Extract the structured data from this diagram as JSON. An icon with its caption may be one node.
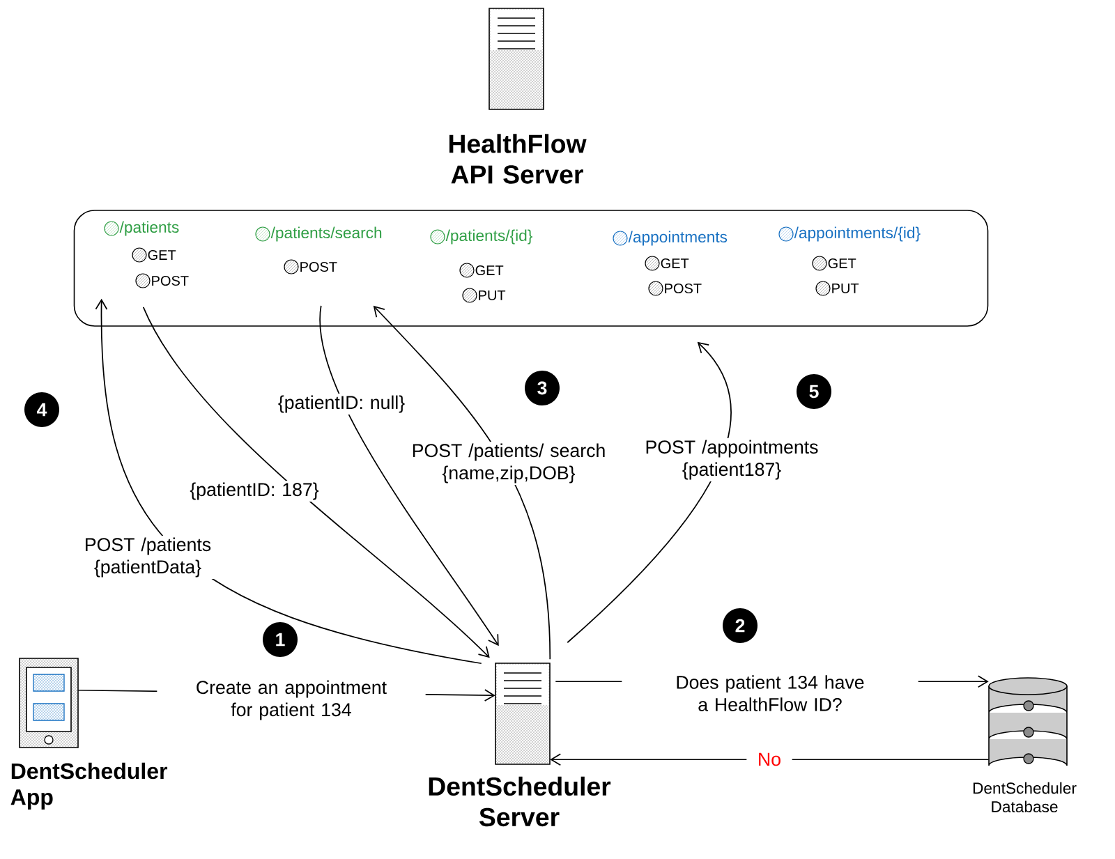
{
  "diagram": {
    "nodes": [
      {
        "text": [
          "HealthFlow API Server"
        ]
      },
      {
        "text": [
          "/patients",
          "GET",
          "POST",
          "/patients/search",
          "POST",
          "/patients/{id}",
          "GET",
          "PUT",
          "/appointments",
          "GET",
          "POST",
          "/appointments/{id}",
          "GET",
          "PUT"
        ]
      },
      {
        "text": [
          "DentScheduler App"
        ]
      },
      {
        "text": [
          "DentScheduler Server"
        ]
      },
      {
        "text": [
          "DentScheduler Database"
        ]
      }
    ],
    "edges": [
      {
        "from": 2,
        "to": 3,
        "arrow": "to",
        "label": "Create an appointment for patient 134"
      },
      {
        "from": 3,
        "to": 4,
        "arrow": "to",
        "label": "Does patient 134 have a HealthFlow ID?"
      },
      {
        "from": 4,
        "to": 3,
        "arrow": "to",
        "label": "No"
      },
      {
        "from": 3,
        "to": 1,
        "arrow": "to",
        "label": "POST /patients/ search {name,zip,DOB}"
      },
      {
        "from": 1,
        "to": 3,
        "arrow": "to",
        "label": "{patientID: null}"
      },
      {
        "from": 3,
        "to": 1,
        "arrow": "to",
        "label": "POST /patients {patientData}"
      },
      {
        "from": 1,
        "to": 3,
        "arrow": "to",
        "label": "{patientID: 187}"
      },
      {
        "from": 3,
        "to": 1,
        "arrow": "to",
        "label": "POST /appointments {patient187}"
      }
    ],
    "labels": [
      "3",
      "5",
      "4",
      "2",
      "1"
    ]
  }
}
